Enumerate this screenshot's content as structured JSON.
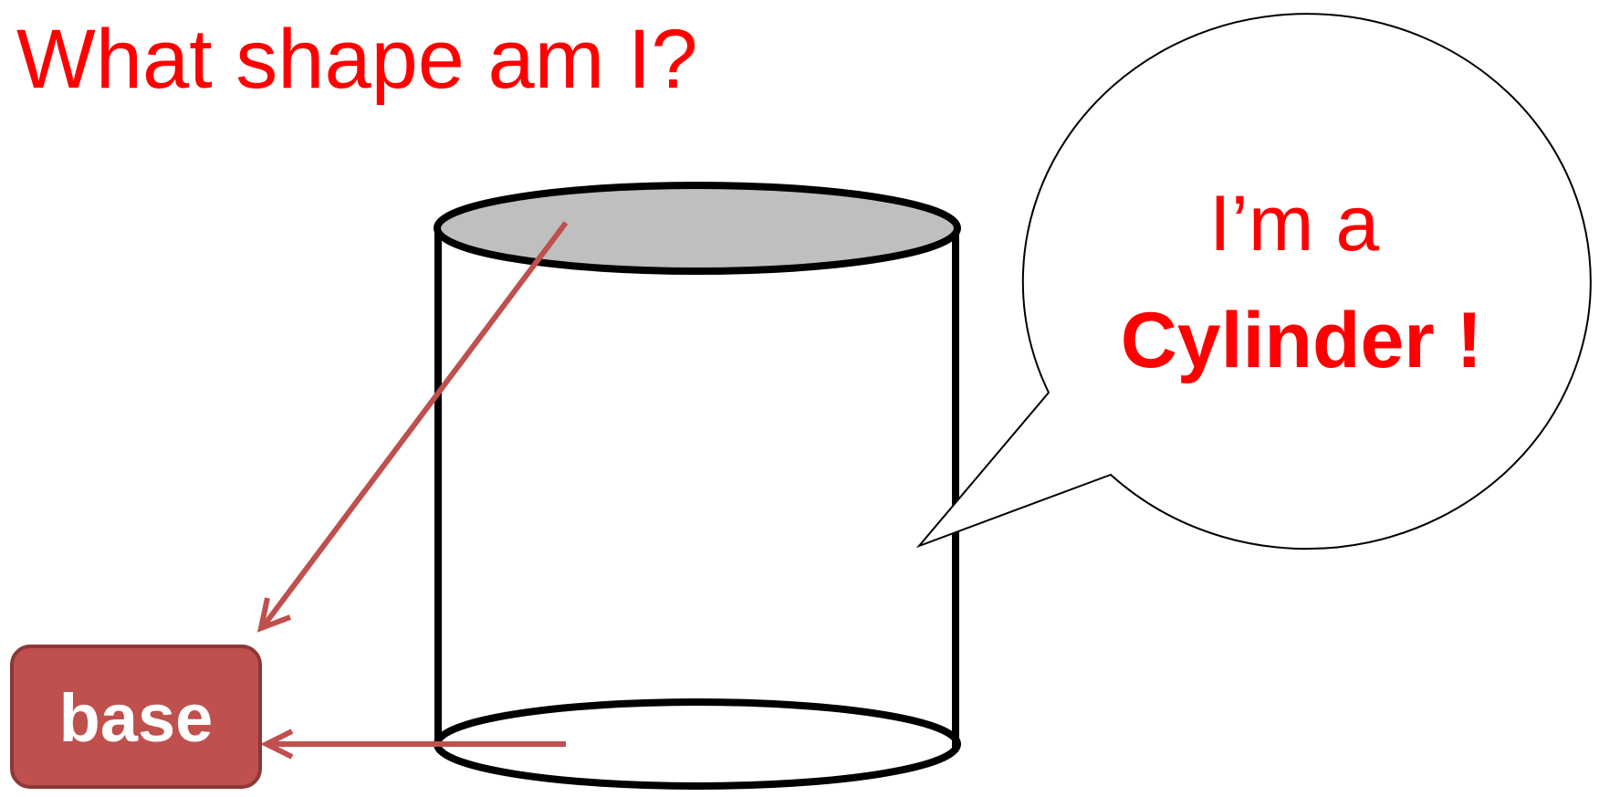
{
  "title": "What shape am I?",
  "speech_bubble": {
    "line1": "I’m a",
    "line2": "Cylinder !"
  },
  "label": {
    "text": "base"
  },
  "colors": {
    "title": "#ff0000",
    "bubble_text": "#ff0000",
    "label_fill": "#c0504d",
    "label_border": "#8c3836",
    "label_text": "#ffffff",
    "arrow": "#c0504d",
    "cylinder_outline": "#000000",
    "top_fill": "#bfbfbf"
  }
}
